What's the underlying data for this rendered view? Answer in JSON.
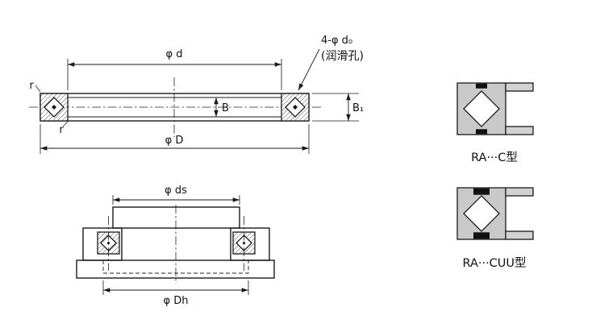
{
  "drawing": {
    "background": "#ffffff",
    "section_view": {
      "dim_bore": "φ d",
      "dim_outer": "φ D",
      "dim_width": "B",
      "dim_width_total": "B₁",
      "radius_top": "r",
      "radius_bottom": "r",
      "holes_callout": "4-φ d₀",
      "holes_note": "(润滑孔)"
    },
    "mounting_view": {
      "dim_shaft_step": "φ ds",
      "dim_housing_bore": "φ Dh"
    },
    "details": [
      {
        "label": "RA···C型"
      },
      {
        "label": "RA···CUU型"
      }
    ],
    "colors": {
      "line": "#1a1a1a",
      "race_fill": "#c9c9c9",
      "bar_fill": "#d2d2d2",
      "roller_fill": "#ffffff"
    }
  }
}
